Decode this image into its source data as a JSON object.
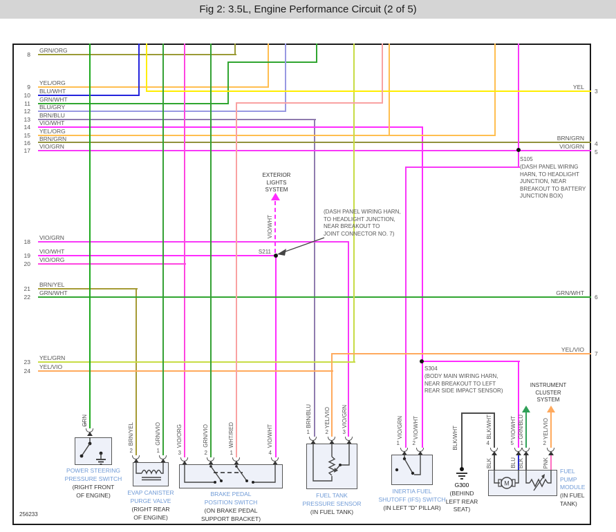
{
  "title": "Fig 2: 3.5L, Engine Performance Circuit (2 of 5)",
  "footer_code": "256233",
  "colors": {
    "grn_org": "#9a9a35",
    "yel_org": "#ffbe4f",
    "blu_wht": "#2323dc",
    "grn_wht": "#2fa52f",
    "blu_gry": "#9898e2",
    "brn_blu": "#8f7bae",
    "vio_wht": "#ff2bff",
    "brn_grn": "#91913b",
    "vio_grn": "#f837f8",
    "vio_org": "#ff44e0",
    "brn_yel": "#a59a33",
    "yel_grn": "#c7dc44",
    "yel_vio": "#ffa95c",
    "wht_red": "#f9a1a1",
    "yel": "#ffee00",
    "grn": "#1ca81c",
    "grn_vio": "#33a033",
    "grn_blu": "#2fa057",
    "blk": "#4a4a4a",
    "blu": "#2323dc",
    "pnk": "#ff6ec0",
    "label_blue": "#6f9ad6",
    "dot": "#111111"
  },
  "left_pins": [
    {
      "num": "8",
      "label": "GRN/ORG"
    },
    {
      "num": "9",
      "label": "YEL/ORG"
    },
    {
      "num": "10",
      "label": "BLU/WHT"
    },
    {
      "num": "11",
      "label": "GRN/WHT"
    },
    {
      "num": "12",
      "label": "BLU/GRY"
    },
    {
      "num": "13",
      "label": "BRN/BLU"
    },
    {
      "num": "14",
      "label": "VIO/WHT"
    },
    {
      "num": "15",
      "label": "YEL/ORG"
    },
    {
      "num": "16",
      "label": "BRN/GRN"
    },
    {
      "num": "17",
      "label": "VIO/GRN"
    },
    {
      "num": "18",
      "label": "VIO/GRN"
    },
    {
      "num": "19",
      "label": "VIO/WHT"
    },
    {
      "num": "20",
      "label": "VIO/ORG"
    },
    {
      "num": "21",
      "label": "BRN/YEL"
    },
    {
      "num": "22",
      "label": "GRN/WHT"
    },
    {
      "num": "23",
      "label": "YEL/GRN"
    },
    {
      "num": "24",
      "label": "YEL/VIO"
    }
  ],
  "right_pins": [
    {
      "num": "3",
      "label": "YEL"
    },
    {
      "num": "4",
      "label": "BRN/GRN"
    },
    {
      "num": "5",
      "label": "VIO/GRN"
    },
    {
      "num": "6",
      "label": "GRN/WHT"
    },
    {
      "num": "7",
      "label": "YEL/VIO"
    }
  ],
  "splices": {
    "s105": {
      "id": "S105",
      "desc": "(DASH PANEL WIRING\nHARN, TO HEADLIGHT\nJUNCTION, NEAR\nBREAKOUT TO BATTERY\nJUNCTION BOX)"
    },
    "s211": {
      "id": "S211",
      "branch_wire": "VIO/WHT",
      "desc": "(DASH PANEL WIRING HARN,\nTO HEADLIGHT JUNCTION,\nNEAR BREAKOUT TO\nJOINT CONNECTOR NO. 7)"
    },
    "s304": {
      "id": "S304",
      "desc": "(BODY MAIN WIRING HARN,\nNEAR BREAKOUT TO LEFT\nREAR SIDE IMPACT SENSOR)"
    }
  },
  "systems": {
    "exterior": "EXTERIOR\nLIGHTS\nSYSTEM",
    "cluster": "INSTRUMENT\nCLUSTER\nSYSTEM"
  },
  "components": [
    {
      "name": "POWER STEERING\nPRESSURE SWITCH",
      "location": "(RIGHT FRONT\nOF ENGINE)",
      "pins": [
        {
          "num": "1",
          "wire": "GRN"
        }
      ]
    },
    {
      "name": "EVAP CANISTER\nPURGE VALVE",
      "location": "(RIGHT REAR\nOF ENGINE)",
      "pins": [
        {
          "num": "2",
          "wire": "BRN/YEL"
        },
        {
          "num": "1",
          "wire": "GRN/VIO"
        }
      ]
    },
    {
      "name": "BRAKE PEDAL\nPOSITION SWITCH",
      "location": "(ON BRAKE PEDAL\nSUPPORT BRACKET)",
      "pins": [
        {
          "num": "3",
          "wire": "VIO/ORG"
        },
        {
          "num": "2",
          "wire": "GRN/VIO"
        },
        {
          "num": "1",
          "wire": "WHT/RED"
        },
        {
          "num": "4",
          "wire": "VIO/WHT"
        }
      ]
    },
    {
      "name": "FUEL TANK\nPRESSURE SENSOR",
      "location": "(IN FUEL TANK)",
      "pins": [
        {
          "num": "1",
          "wire": "BRN/BLU"
        },
        {
          "num": "2",
          "wire": "YEL/VIO"
        },
        {
          "num": "3",
          "wire": "VIO/GRN"
        }
      ]
    },
    {
      "name": "INERTIA FUEL\nSHUTOFF (IFS) SWITCH",
      "location": "(IN LEFT \"D\" PILLAR)",
      "pins": [
        {
          "num": "1",
          "wire": "VIO/GRN"
        },
        {
          "num": "2",
          "wire": "VIO/WHT"
        }
      ]
    },
    {
      "name": "G300",
      "location": "(BEHIND\nLEFT REAR\nSEAT)",
      "pins": [
        {
          "num": "",
          "wire": "BLK/WHT"
        }
      ]
    },
    {
      "name": "FUEL\nPUMP\nMODULE",
      "location": "(IN FUEL\nTANK)",
      "motor_label": "M",
      "pins": [
        {
          "num": "4",
          "wire": "BLK/WHT",
          "sub": "BLK"
        },
        {
          "num": "5",
          "wire": "VIO/WHT",
          "sub": "BLU"
        },
        {
          "num": "1",
          "wire": "GRN/BLU",
          "sub": "BLK"
        },
        {
          "num": "2",
          "wire": "YEL/VIO",
          "sub": "PNK"
        }
      ]
    }
  ]
}
